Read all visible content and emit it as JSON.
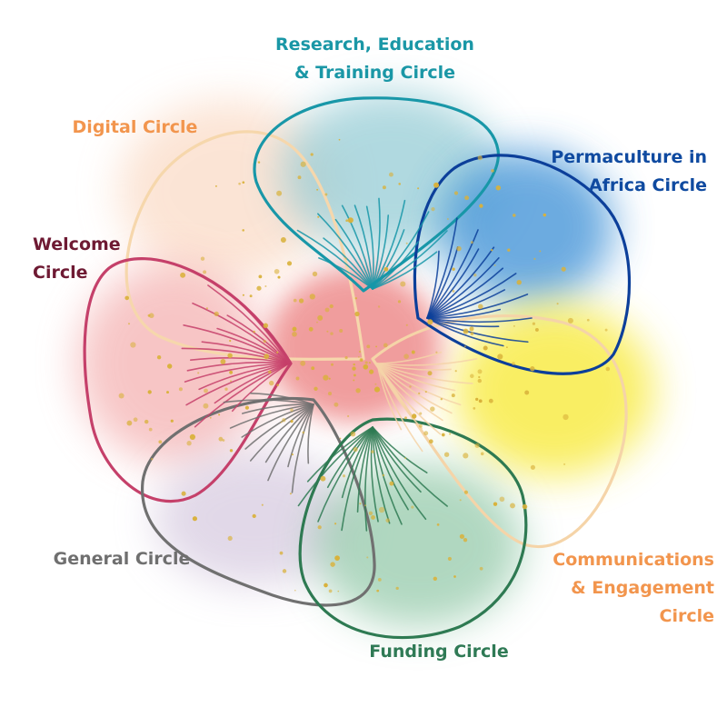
{
  "circles": [
    {
      "id": "research",
      "label": "Research, Education\n& Training Circle",
      "color": "#1a97a6"
    },
    {
      "id": "digital",
      "label": "Digital Circle",
      "color": "#f2954d"
    },
    {
      "id": "perma",
      "label": "Permaculture in\nAfrica Circle",
      "color": "#0f4aa0"
    },
    {
      "id": "welcome",
      "label": "Welcome\nCircle",
      "color": "#6e1a33"
    },
    {
      "id": "general",
      "label": "General Circle",
      "color": "#6f6f6f"
    },
    {
      "id": "comms",
      "label": "Communications\n& Engagement\nCircle",
      "color": "#f2954d"
    },
    {
      "id": "funding",
      "label": "Funding Circle",
      "color": "#2f7a55"
    }
  ],
  "petal_colors": {
    "research": "#1897a8",
    "digital": "#f6d7ac",
    "perma": "#0c3f9a",
    "welcome": "#c5406a",
    "general": "#707070",
    "comms": "#f5d4a8",
    "funding": "#2e7a52"
  },
  "wash_colors": {
    "teal": "#8fc9d3",
    "blue": "#3b8fd6",
    "yellow": "#f8ea3c",
    "pink": "#f2a0a0",
    "peach": "#f9cfb3",
    "green": "#8fc7a6",
    "lilac": "#c9b9d6",
    "core": "#ee8d8d"
  },
  "accent_gold": "#d9b13a"
}
